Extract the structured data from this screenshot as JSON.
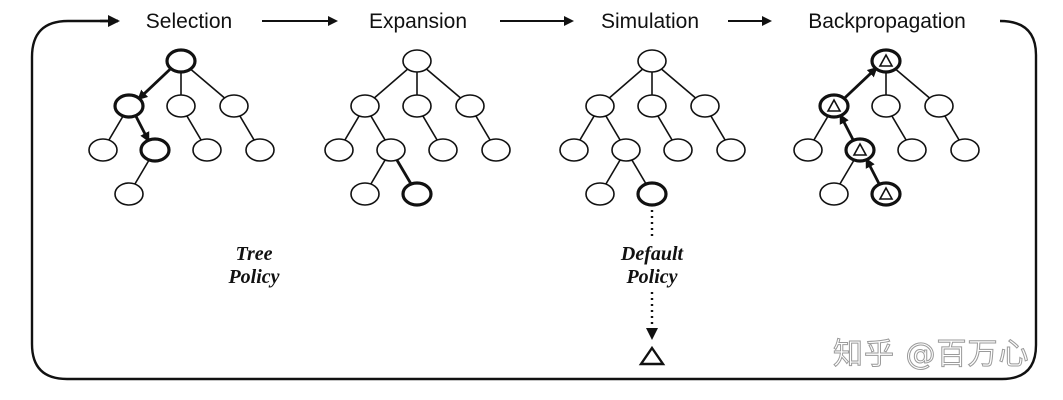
{
  "diagram": {
    "title": "Monte Carlo Tree Search",
    "stages": [
      {
        "id": "selection",
        "label": "Selection"
      },
      {
        "id": "expansion",
        "label": "Expansion"
      },
      {
        "id": "simulation",
        "label": "Simulation"
      },
      {
        "id": "backpropagation",
        "label": "Backpropagation"
      }
    ],
    "policies": {
      "tree_policy": {
        "line1": "Tree",
        "line2": "Policy"
      },
      "default_policy": {
        "line1": "Default",
        "line2": "Policy"
      }
    },
    "watermark": "知乎 @百万心",
    "colors": {
      "stroke": "#111111",
      "node_fill": "#ffffff",
      "watermark": "#9a9a9a"
    }
  }
}
